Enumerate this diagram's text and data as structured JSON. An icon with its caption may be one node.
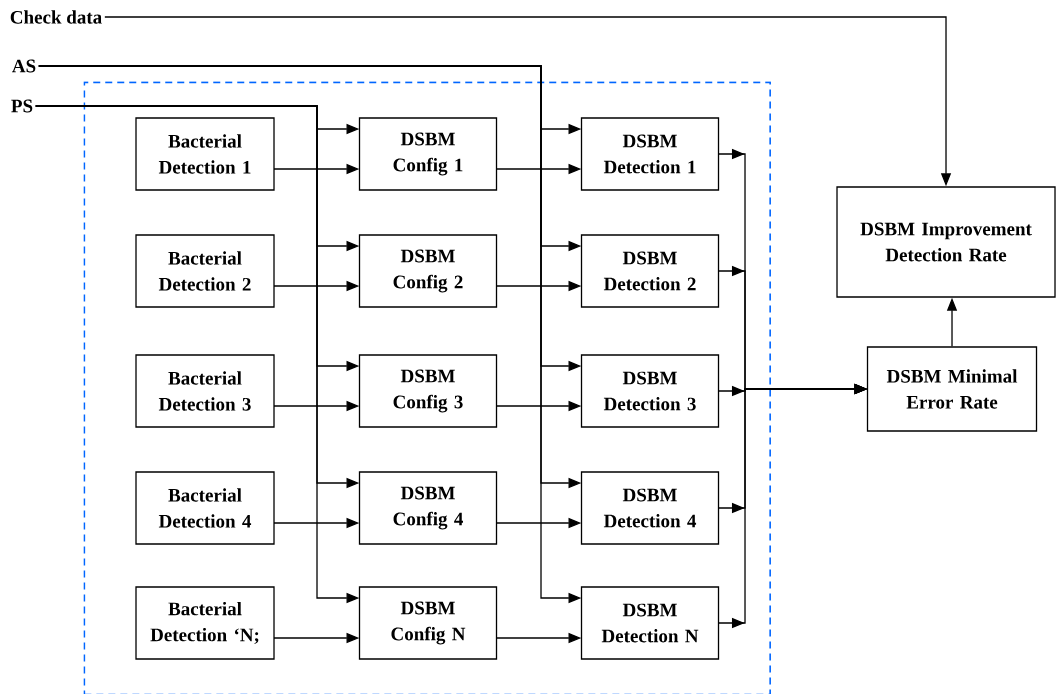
{
  "diagram": {
    "nodes": [
      {
        "text": [
          "Check data"
        ]
      },
      {
        "text": [
          "AS"
        ]
      },
      {
        "text": [
          "PS"
        ]
      },
      {
        "text": [],
        "shape": "box"
      },
      {
        "text": [
          "Bacterial Detection 1"
        ],
        "in": 3
      },
      {
        "text": [
          "Bacterial Detection 2"
        ],
        "in": 3
      },
      {
        "text": [
          "Bacterial Detection 3"
        ],
        "in": 3
      },
      {
        "text": [
          "Bacterial Detection 4"
        ],
        "in": 3
      },
      {
        "text": [
          "Bacterial Detection ‘N;"
        ],
        "in": 3
      },
      {
        "text": [
          "DSBM Config 1"
        ],
        "in": 3
      },
      {
        "text": [
          "DSBM Config 2"
        ],
        "in": 3
      },
      {
        "text": [
          "DSBM Config 3"
        ],
        "in": 3
      },
      {
        "text": [
          "DSBM Config 4"
        ],
        "in": 3
      },
      {
        "text": [
          "DSBM Config N"
        ],
        "in": 3
      },
      {
        "text": [
          "DSBM Detection 1"
        ],
        "in": 3
      },
      {
        "text": [
          "DSBM Detection 2"
        ],
        "in": 3
      },
      {
        "text": [
          "DSBM Detection 3"
        ],
        "in": 3
      },
      {
        "text": [
          "DSBM Detection 4"
        ],
        "in": 3
      },
      {
        "text": [
          "DSBM Detection N"
        ],
        "in": 3
      },
      {
        "text": [
          "DSBM Improvement Detection Rate"
        ]
      },
      {
        "text": [
          "DSBM Minimal Error Rate"
        ]
      }
    ],
    "edges": [
      {
        "from": 0,
        "to": 19,
        "arrow": "to"
      },
      {
        "from": 1,
        "to": 14,
        "arrow": "to"
      },
      {
        "from": 1,
        "to": 15,
        "arrow": "to"
      },
      {
        "from": 1,
        "to": 16,
        "arrow": "to"
      },
      {
        "from": 1,
        "to": 17,
        "arrow": "to"
      },
      {
        "from": 1,
        "to": 18,
        "arrow": "to"
      },
      {
        "from": 2,
        "to": 9,
        "arrow": "to"
      },
      {
        "from": 2,
        "to": 10,
        "arrow": "to"
      },
      {
        "from": 2,
        "to": 11,
        "arrow": "to"
      },
      {
        "from": 2,
        "to": 12,
        "arrow": "to"
      },
      {
        "from": 2,
        "to": 13,
        "arrow": "to"
      },
      {
        "from": 4,
        "to": 9,
        "arrow": "to"
      },
      {
        "from": 5,
        "to": 10,
        "arrow": "to"
      },
      {
        "from": 6,
        "to": 11,
        "arrow": "to"
      },
      {
        "from": 7,
        "to": 12,
        "arrow": "to"
      },
      {
        "from": 8,
        "to": 13,
        "arrow": "to"
      },
      {
        "from": 9,
        "to": 14,
        "arrow": "to"
      },
      {
        "from": 10,
        "to": 15,
        "arrow": "to"
      },
      {
        "from": 11,
        "to": 16,
        "arrow": "to"
      },
      {
        "from": 12,
        "to": 17,
        "arrow": "to"
      },
      {
        "from": 13,
        "to": 18,
        "arrow": "to"
      },
      {
        "from": 14,
        "to": 20,
        "arrow": "to"
      },
      {
        "from": 15,
        "to": 20,
        "arrow": "to"
      },
      {
        "from": 16,
        "to": 20,
        "arrow": "to"
      },
      {
        "from": 17,
        "to": 20,
        "arrow": "to"
      },
      {
        "from": 18,
        "to": 20,
        "arrow": "to"
      },
      {
        "from": 20,
        "to": 19,
        "arrow": "to"
      }
    ]
  }
}
